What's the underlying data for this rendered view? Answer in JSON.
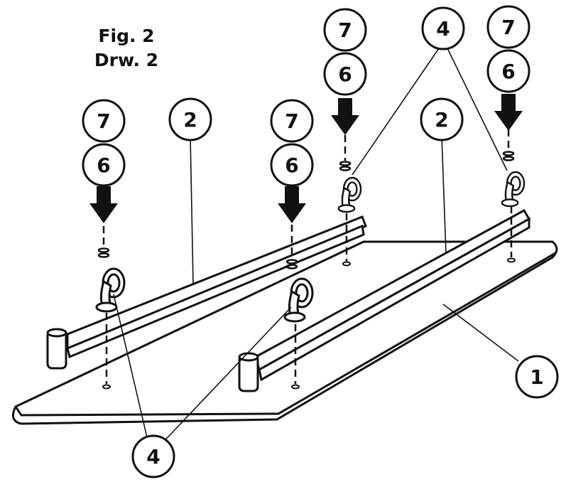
{
  "figure": {
    "line1": "Fig. 2",
    "line2": "Drw. 2"
  },
  "callouts": {
    "panel": "1",
    "rail": "2",
    "caster": "4",
    "bolt": "6",
    "nut": "7"
  },
  "colors": {
    "ink": "#111111",
    "paper": "#ffffff"
  }
}
